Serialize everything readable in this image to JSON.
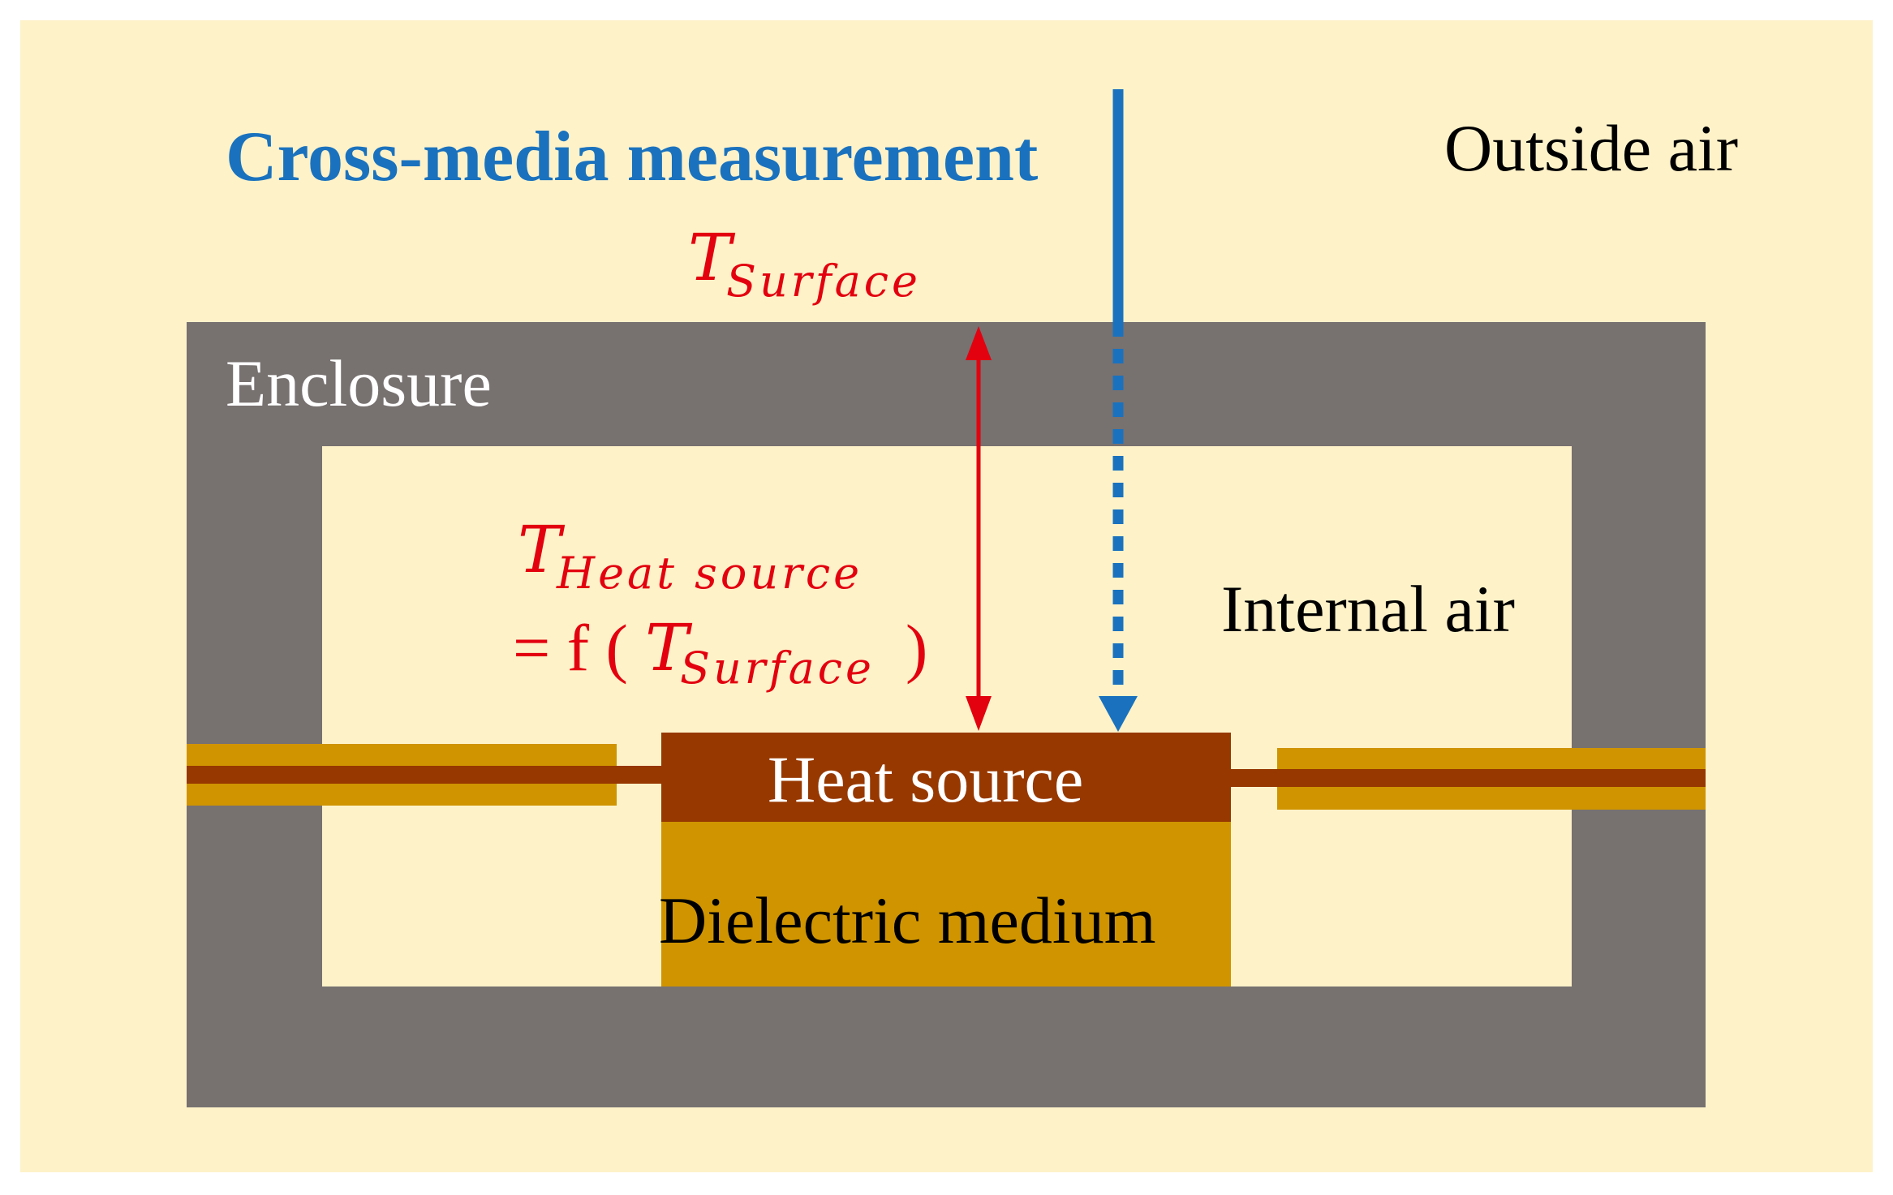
{
  "colors": {
    "outside_air": "#fef2c9",
    "enclosure": "#777170",
    "internal_air": "#fef2c9",
    "heat_source": "#973800",
    "dielectric": "#cf9400",
    "measurement_blue": "#1a72be",
    "relation_red": "#e3000f"
  },
  "labels": {
    "outside_air": "Outside air",
    "cross_media": "Cross-media measurement",
    "enclosure": "Enclosure",
    "internal_air": "Internal air",
    "heat_source": "Heat source",
    "dielectric": "Dielectric medium"
  },
  "equations": {
    "t_surface": {
      "symbol": "T",
      "subscript": "Surface"
    },
    "t_heat_source": {
      "symbol": "T",
      "subscript": "Heat source",
      "equals": "= f (",
      "inner_symbol": "T",
      "inner_subscript": "Surface",
      "close": ")"
    }
  }
}
